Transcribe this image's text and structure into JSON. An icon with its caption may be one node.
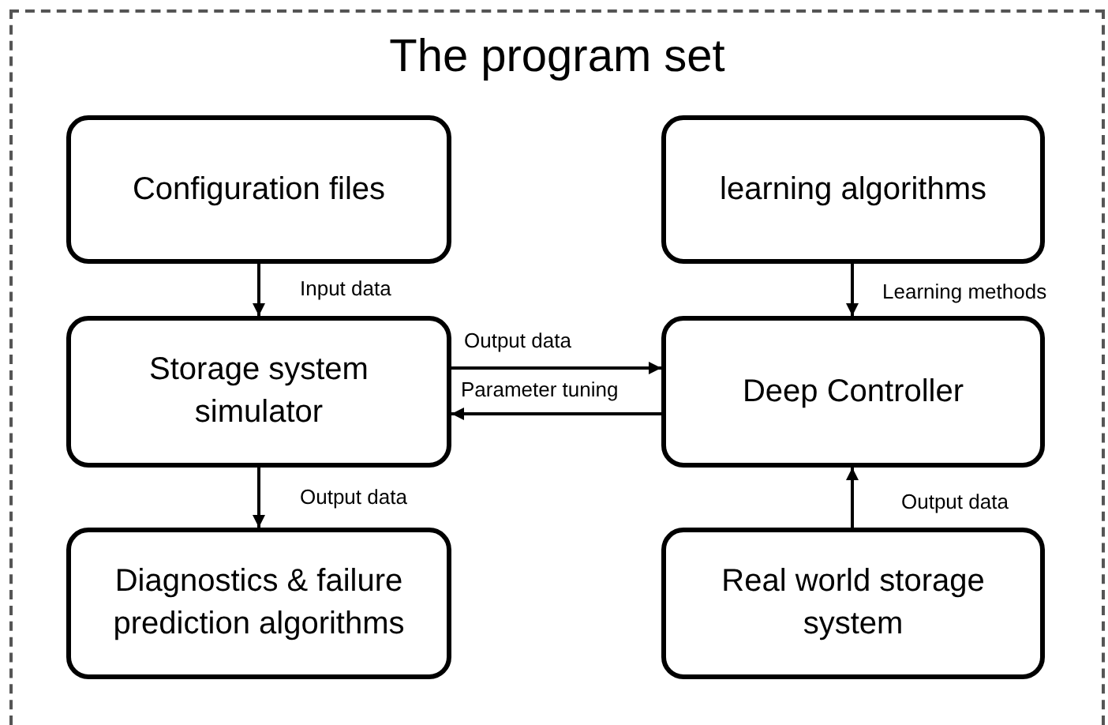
{
  "diagram": {
    "nodes": [
      {
        "text": [
          "The program set"
        ]
      },
      {
        "text": [
          "Configuration files"
        ],
        "in": 0
      },
      {
        "text": [
          "learning algorithms"
        ],
        "in": 0
      },
      {
        "text": [
          "Storage system simulator"
        ],
        "in": 0
      },
      {
        "text": [
          "Deep Controller"
        ],
        "in": 0
      },
      {
        "text": [
          "Diagnostics & failure prediction algorithms"
        ],
        "in": 0
      },
      {
        "text": [
          "Real world storage system"
        ],
        "in": 0
      }
    ],
    "edges": [
      {
        "from": 1,
        "to": 3,
        "arrow": "to",
        "label": "Input data"
      },
      {
        "from": 2,
        "to": 4,
        "arrow": "to",
        "label": "Learning methods"
      },
      {
        "from": 3,
        "to": 4,
        "arrow": "to",
        "label": "Output data"
      },
      {
        "from": 4,
        "to": 3,
        "arrow": "to",
        "label": "Parameter tuning"
      },
      {
        "from": 3,
        "to": 5,
        "arrow": "to",
        "label": "Output data"
      },
      {
        "from": 6,
        "to": 4,
        "arrow": "to",
        "label": "Output data"
      }
    ]
  }
}
